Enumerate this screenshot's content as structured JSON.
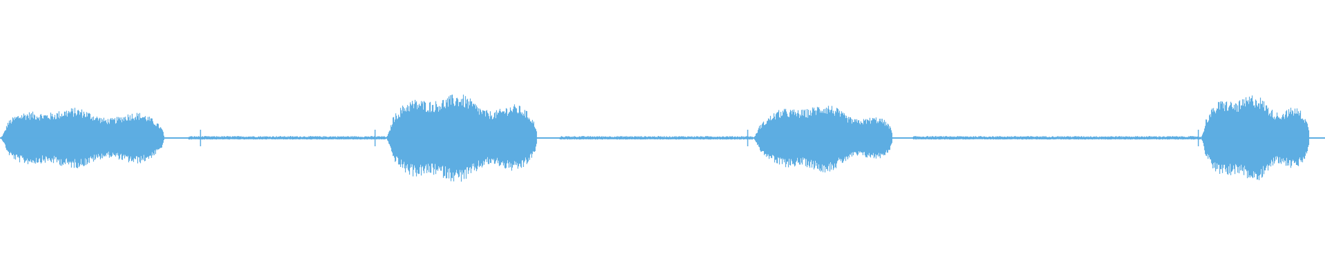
{
  "waveform": {
    "color": "#5DADE2",
    "segments": [
      {
        "start": 0.0,
        "end": 0.142,
        "peak": 0.24
      },
      {
        "start": 0.291,
        "end": 0.422,
        "peak": 0.34
      },
      {
        "start": 0.568,
        "end": 0.689,
        "peak": 0.25
      },
      {
        "start": 0.906,
        "end": 1.0,
        "peak": 0.33
      }
    ],
    "baseline_level": 0.01,
    "transients": [
      0.151,
      0.283,
      0.564,
      0.904
    ]
  }
}
